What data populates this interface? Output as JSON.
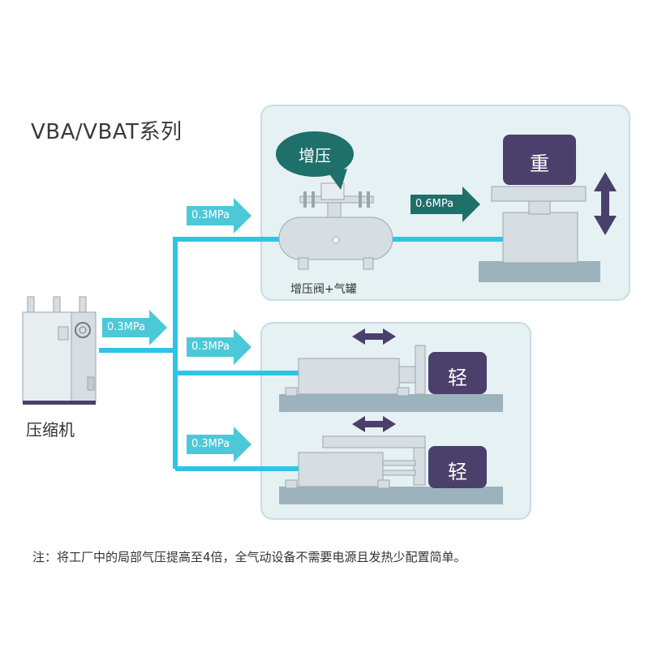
{
  "title": "VBA/VBAT系列",
  "compressor_label": "压缩机",
  "booster_bubble": "增压",
  "tank_label": "增压阀+气罐",
  "pressure_in": "0.3MPa",
  "pressure_boosted": "0.6MPa",
  "load_heavy": "重",
  "load_light": "轻",
  "footnote": "注：将工厂中的局部气压提高至4倍，全气动设备不需要电源且发热少配置简单。",
  "colors": {
    "pipe": "#2ec4e8",
    "arrow_light": "#4cc9d8",
    "arrow_dark": "#1f6f6a",
    "bubble": "#1f6f6a",
    "panel": "#e6f1f3",
    "panel_border": "#c7dde2",
    "machine": "#d6dee3",
    "machine_edge": "#9aa6ad",
    "base": "#9cb3bd",
    "load_box": "#4b3f6b",
    "double_arrow": "#4b3f6b"
  }
}
